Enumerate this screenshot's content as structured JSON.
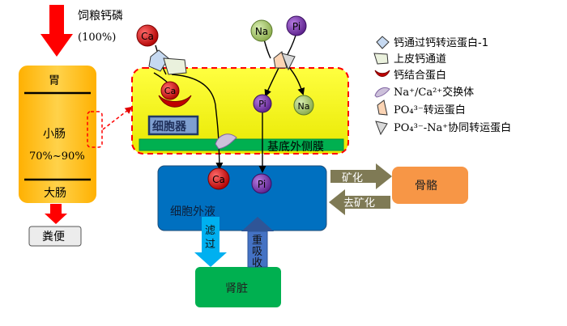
{
  "feed": {
    "label": "饲粮钙磷",
    "pct": "(100%)"
  },
  "gut": {
    "stomach": "胃",
    "small_intestine": "小肠",
    "absorption": "70%~90%",
    "large_intestine": "大肠",
    "feces": "粪便"
  },
  "cell": {
    "organelle": "细胞器",
    "basolateral": "基底外侧膜"
  },
  "ions": {
    "ca": "Ca",
    "na": "Na",
    "pi": "Pi"
  },
  "ecf": {
    "label": "细胞外液"
  },
  "bone": {
    "label": "骨骼",
    "mineralization": "矿化",
    "demineralization": "去矿化"
  },
  "kidney": {
    "label": "肾脏",
    "filtration": "滤过",
    "reabsorption": "重吸收"
  },
  "legend": [
    {
      "icon": "ca-transport-protein-icon",
      "text": "钙通过钙转运蛋白-1"
    },
    {
      "icon": "epithelial-ca-channel-icon",
      "text": "上皮钙通道"
    },
    {
      "icon": "calbindin-icon",
      "text": "钙结合蛋白"
    },
    {
      "icon": "na-ca-exchanger-icon",
      "text": "Na⁺/Ca²⁺交换体"
    },
    {
      "icon": "po4-transporter-icon",
      "text": "PO₄³⁻转运蛋白"
    },
    {
      "icon": "po4-na-cotransporter-icon",
      "text": "PO₄³⁻-Na⁺协同转运蛋白"
    }
  ],
  "colors": {
    "gut": "#ffc000",
    "cell": "#ffff00",
    "membrane": "#00b050",
    "ecf": "#0070c0",
    "bone": "#f79646",
    "kidney": "#00b050",
    "ca_ion": "#c00000",
    "pi_ion": "#7030a0",
    "na_ion": "#9bbb59"
  }
}
